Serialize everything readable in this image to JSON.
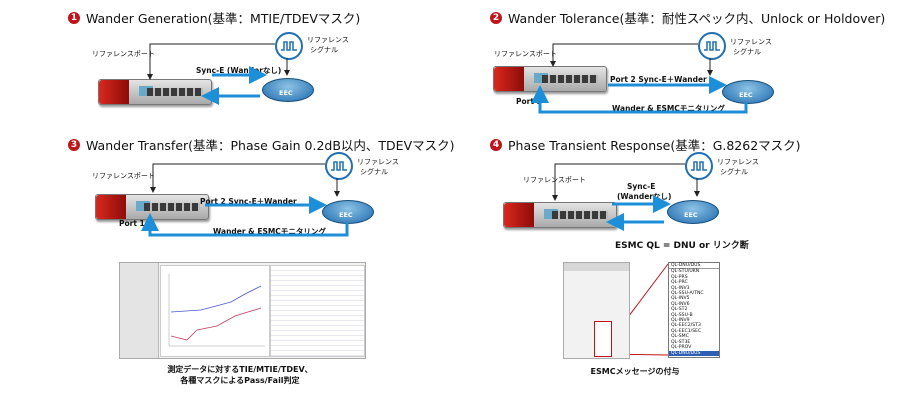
{
  "colors": {
    "arrow": "#1d8fd8",
    "brand_red": "#c0141b",
    "eec_blue": "#1c69ad"
  },
  "sections": [
    {
      "num": "1",
      "title": "Wander Generation(基準：MTIE/TDEVマスク)",
      "ref_port": "リファレンスポート",
      "ref_signal": [
        "リファレンス",
        "シグナル"
      ],
      "link": "Sync-E (Wanderなし)",
      "eec": "EEC"
    },
    {
      "num": "2",
      "title": "Wander Tolerance(基準：耐性スペック内、Unlock or Holdover)",
      "ref_port": "リファレンスポート",
      "ref_signal": [
        "リファレンス",
        "シグナル"
      ],
      "port1": "Port 1",
      "link": "Port 2  Sync-E＋Wander",
      "monitor": "Wander & ESMCモニタリング",
      "eec": "EEC"
    },
    {
      "num": "3",
      "title": "Wander Transfer(基準：Phase Gain 0.2dB以内、TDEVマスク)",
      "ref_port": "リファレンスポート",
      "ref_signal": [
        "リファレンス",
        "シグナル"
      ],
      "port1": "Port 1",
      "link": "Port 2  Sync-E＋Wander",
      "monitor": "Wander & ESMCモニタリング",
      "eec": "EEC"
    },
    {
      "num": "4",
      "title": "Phase Transient Response(基準：G.8262マスク)",
      "ref_port": "リファレンスポート",
      "ref_signal": [
        "リファレンス",
        "シグナル"
      ],
      "link": [
        "Sync-E",
        "(Wanderなし)"
      ],
      "eec": "EEC",
      "note": "ESMC QL = DNU or リンク断"
    }
  ],
  "captions": {
    "left": [
      "測定データに対するTIE/MTIE/TDEV、",
      "各種マスクによるPass/Fail判定"
    ],
    "right": "ESMCメッセージの付与"
  },
  "esmc_list": [
    "QL-DNU/DUS",
    "QL-STU/UKN",
    "QL-PRS",
    "QL-PRC",
    "QL-INV3",
    "QL-SSU-A/TNC",
    "QL-INV5",
    "QL-INV6",
    "QL-ST2",
    "QL-SSU-B",
    "QL-INV9",
    "QL-EEC2/ST3",
    "QL-EEC1/SEC",
    "QL-SMC",
    "QL-ST3E",
    "QL-PROV",
    "QL-DNU/DUS"
  ]
}
